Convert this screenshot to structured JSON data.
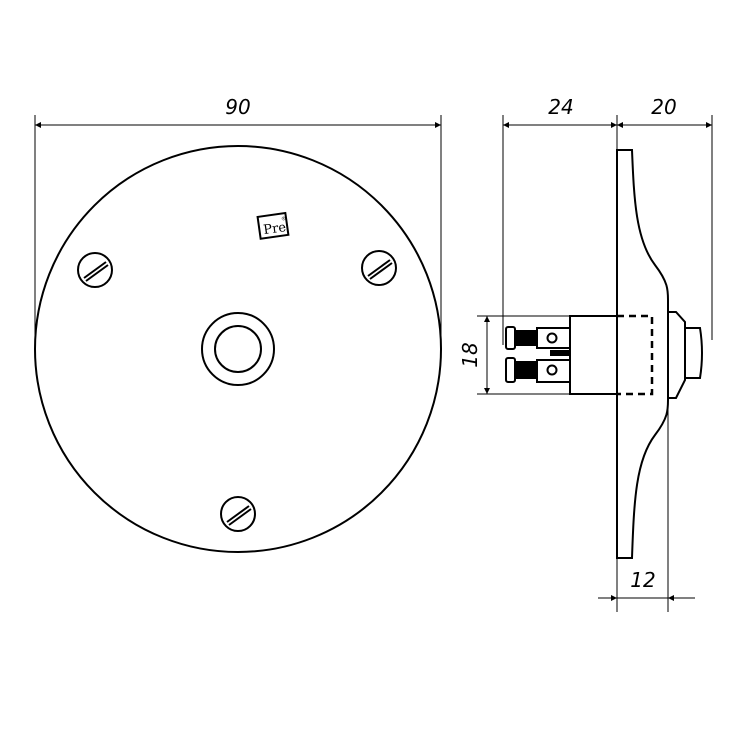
{
  "drawing": {
    "dimensions": {
      "diameter": "90",
      "body_depth": "24",
      "button_depth": "20",
      "terminal_height": "18",
      "plate_thickness": "12"
    },
    "logo_text": "Pre®",
    "colors": {
      "line": "#000000",
      "background": "#ffffff"
    }
  }
}
